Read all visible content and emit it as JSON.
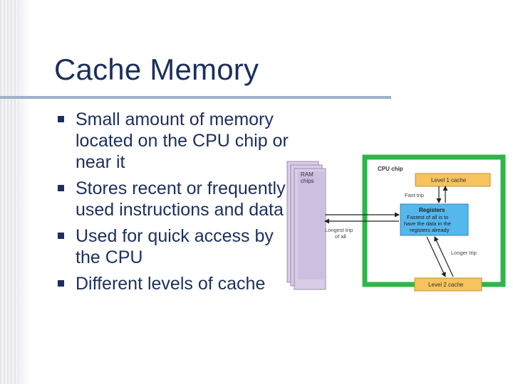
{
  "slide": {
    "title": "Cache Memory",
    "bullets": [
      "Small amount of memory located on the CPU chip or near it",
      "Stores recent or frequently used instructions and data",
      "Used for quick access by the CPU",
      "Different levels of cache"
    ]
  },
  "diagram": {
    "ram_label_line1": "RAM",
    "ram_label_line2": "chips",
    "cpu_chip_label": "CPU chip",
    "level1_label": "Level 1 cache",
    "level2_label": "Level 2 cache",
    "registers_title": "Registers",
    "registers_line1": "Fastest of all is to",
    "registers_line2": "have the data in the",
    "registers_line3": "registers already",
    "fast_trip_label": "Fast trip",
    "longest_trip_line1": "Longest trip",
    "longest_trip_line2": "of all",
    "longer_trip_label": "Longer trip"
  },
  "colors": {
    "title_text": "#1b2f5e",
    "rule": "#9fb0c8",
    "ram_fill": "#d9cce6",
    "cpu_border": "#2fb54a",
    "cache_fill": "#f6c35c",
    "registers_fill": "#55b8ec"
  }
}
